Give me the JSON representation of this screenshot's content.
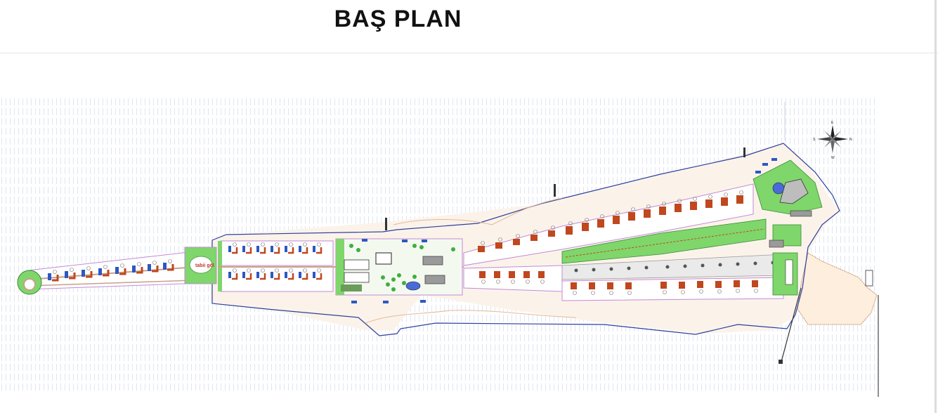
{
  "header": {
    "title": "BAŞ  PLAN"
  },
  "lake_label": "tabii göl",
  "compass": {
    "n": "N",
    "s": "S",
    "e": "E",
    "w": "W"
  },
  "colors": {
    "boundary": "#2d3f9e",
    "green": "#7fd66b",
    "house": "#c0471e",
    "hatch": "#e6ecf5",
    "road": "#c9a08a",
    "sand": "#f5d7b8"
  }
}
